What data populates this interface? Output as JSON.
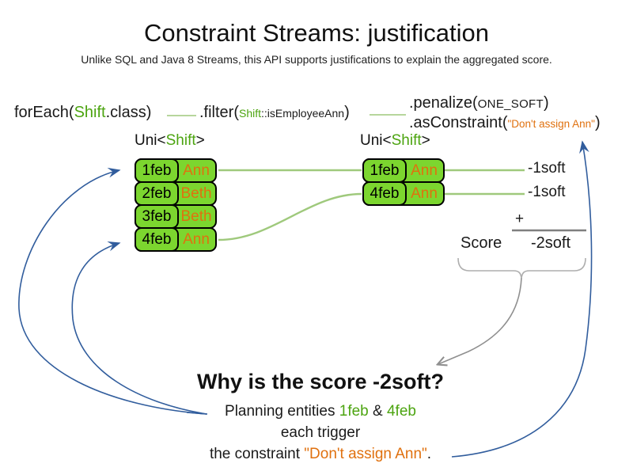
{
  "title": "Constraint Streams: justification",
  "subtitle": "Unlike SQL and Java 8 Streams, this API supports justifications to explain the aggregated score.",
  "code": {
    "foreach_prefix": "forEach(",
    "foreach_class": "Shift",
    "foreach_suffix": ".class)",
    "filter_prefix": ".filter(",
    "filter_arg_class": "Shift",
    "filter_arg_rest": "::isEmployeeAnn",
    "filter_suffix": ")",
    "penalize_prefix": ".penalize(",
    "penalize_arg": "ONE_SOFT",
    "penalize_suffix": ")",
    "asconstraint_prefix": ".asConstraint(",
    "asconstraint_arg": "\"Don't assign Ann\"",
    "asconstraint_suffix": ")"
  },
  "left_stream": {
    "type_prefix": "Uni<",
    "type_class": "Shift",
    "type_suffix": ">",
    "rows": [
      {
        "date": "1feb",
        "employee": "Ann"
      },
      {
        "date": "2feb",
        "employee": "Beth"
      },
      {
        "date": "3feb",
        "employee": "Beth"
      },
      {
        "date": "4feb",
        "employee": "Ann"
      }
    ]
  },
  "right_stream": {
    "type_prefix": "Uni<",
    "type_class": "Shift",
    "type_suffix": ">",
    "rows": [
      {
        "date": "1feb",
        "employee": "Ann"
      },
      {
        "date": "4feb",
        "employee": "Ann"
      }
    ]
  },
  "scores": {
    "row_scores": [
      "-1soft",
      "-1soft"
    ],
    "plus_sign": "+",
    "score_label": "Score",
    "total": "-2soft"
  },
  "explanation": {
    "heading": "Why is the score -2soft?",
    "line1_prefix": "Planning entities ",
    "entity1": "1feb",
    "ampersand": " & ",
    "entity2": "4feb",
    "line2": "each trigger",
    "line3_prefix": "the constraint ",
    "line3_constraint": "\"Don't assign Ann\"",
    "line3_suffix": "."
  },
  "colors": {
    "box_green": "#7cd62f",
    "class_green": "#4ca410",
    "link_green": "#9fc97c",
    "orange": "#e0710f",
    "blue": "#315d9d",
    "sum_gray": "#7f7f7f",
    "arrow_gray": "#8f8f8f",
    "brace_gray": "#aeaeae",
    "text_black": "#1a1a1a"
  }
}
